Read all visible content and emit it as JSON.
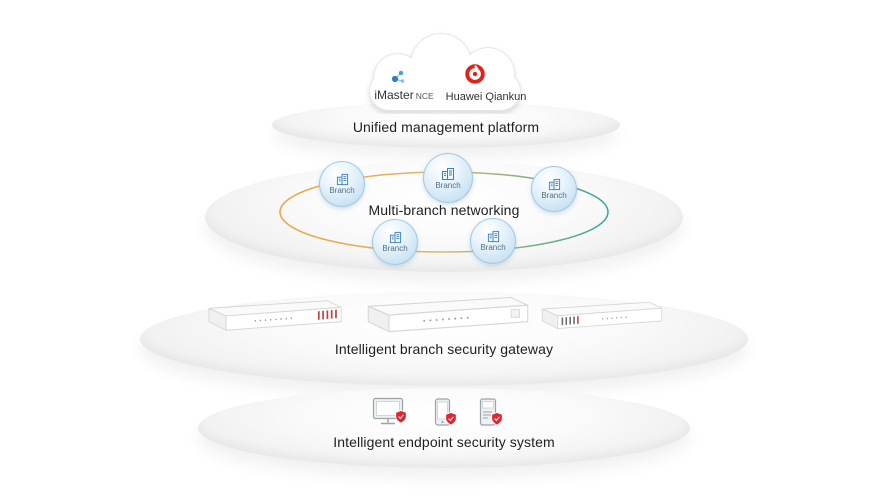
{
  "cloud": {
    "imaster": {
      "name": "iMaster",
      "product": "NCE"
    },
    "qiankun": {
      "name": "Huawei Qiankun"
    },
    "label": "Unified management platform"
  },
  "branch_layer": {
    "label": "Multi-branch networking",
    "nodes": [
      {
        "label": "Branch"
      },
      {
        "label": "Branch"
      },
      {
        "label": "Branch"
      },
      {
        "label": "Branch"
      },
      {
        "label": "Branch"
      }
    ]
  },
  "gateway_layer": {
    "label": "Intelligent branch security gateway"
  },
  "endpoint_layer": {
    "label": "Intelligent endpoint security system"
  },
  "colors": {
    "brand_red": "#e32119",
    "brand_blue": "#2f7fc1",
    "ring_orange": "#f0a23c",
    "ring_teal": "#2fa89b"
  }
}
